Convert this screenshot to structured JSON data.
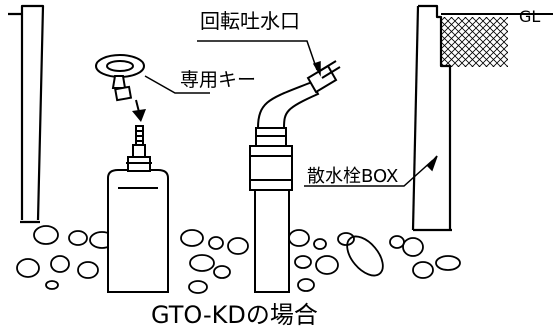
{
  "labels": {
    "gl": "GL",
    "spout": "回転吐水口",
    "key": "専用キー",
    "box": "散水栓BOX",
    "caption": "GTO-KDの場合"
  }
}
